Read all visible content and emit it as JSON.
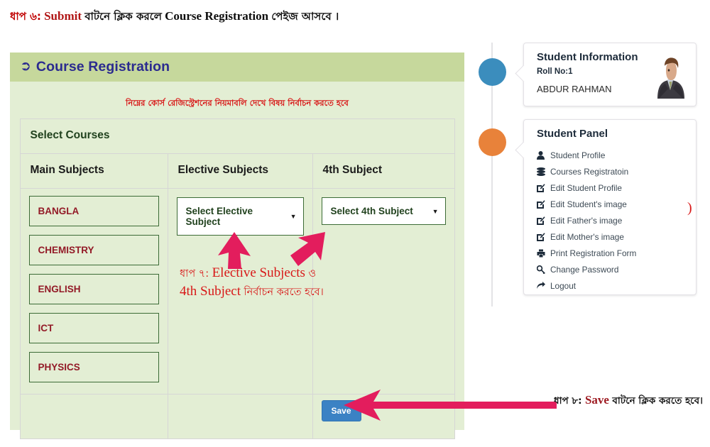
{
  "annotations": {
    "step6": {
      "prefix_bn": "ধাপ ৬:",
      "latin_red": "Submit",
      "mid_bn": "বাটনে ক্লিক করলে",
      "latin_black": "Course Registration",
      "suffix_bn": "পেইজ আসবে ।"
    },
    "step7": {
      "prefix_bn": "ধাপ ৭:",
      "latin1": "Elective Subjects",
      "conj_bn": "ও",
      "latin2": "4th Subject",
      "suffix_bn": "নির্বাচন করতে হবে।"
    },
    "step8": {
      "prefix_bn": "ধাপ ৮:",
      "latin_red": "Save",
      "suffix_bn": "বাটনে ক্লিক করতে হবে।"
    },
    "edge_bracket": ")"
  },
  "panel": {
    "header_title": "Course Registration",
    "header_icon": "sign-in-arrow-icon",
    "notice_bn": "নিম্নের কোর্স রেজিস্ট্রেশনের নিয়মাবলি দেখে বিষয় নির্বাচন করতে হবে"
  },
  "table": {
    "caption": "Select Courses",
    "headers": [
      "Main Subjects",
      "Elective Subjects",
      "4th Subject"
    ],
    "main_subjects": [
      "BANGLA",
      "CHEMISTRY",
      "ENGLISH",
      "ICT",
      "PHYSICS"
    ],
    "elective_select": {
      "value": "Select Elective Subject"
    },
    "fourth_select": {
      "value": "Select 4th Subject"
    },
    "save_label": "Save"
  },
  "student_info": {
    "title": "Student Information",
    "roll": "Roll No:1",
    "name": "ABDUR RAHMAN"
  },
  "student_panel": {
    "title": "Student Panel",
    "items": [
      {
        "label": "Student Profile",
        "icon": "user-icon"
      },
      {
        "label": "Courses Registratoin",
        "icon": "stack-icon"
      },
      {
        "label": "Edit Student Profile",
        "icon": "edit-square-icon"
      },
      {
        "label": "Edit Student's image",
        "icon": "edit-square-icon"
      },
      {
        "label": "Edit Father's image",
        "icon": "edit-square-icon"
      },
      {
        "label": "Edit Mother's image",
        "icon": "edit-square-icon"
      },
      {
        "label": "Print Registration Form",
        "icon": "printer-icon"
      },
      {
        "label": "Change Password",
        "icon": "key-icon"
      },
      {
        "label": "Logout",
        "icon": "sign-out-icon"
      }
    ]
  },
  "colors": {
    "panel_header_bg": "#c6d89c",
    "panel_body_bg": "#e3eed4",
    "header_text": "#2b2b8f",
    "subject_text": "#931a27",
    "notice_red": "#d81818",
    "arrow_pink": "#e31d5d",
    "save_blue": "#3b82c4",
    "timeline_blue": "#3b8dbd",
    "timeline_orange": "#e8823a"
  }
}
